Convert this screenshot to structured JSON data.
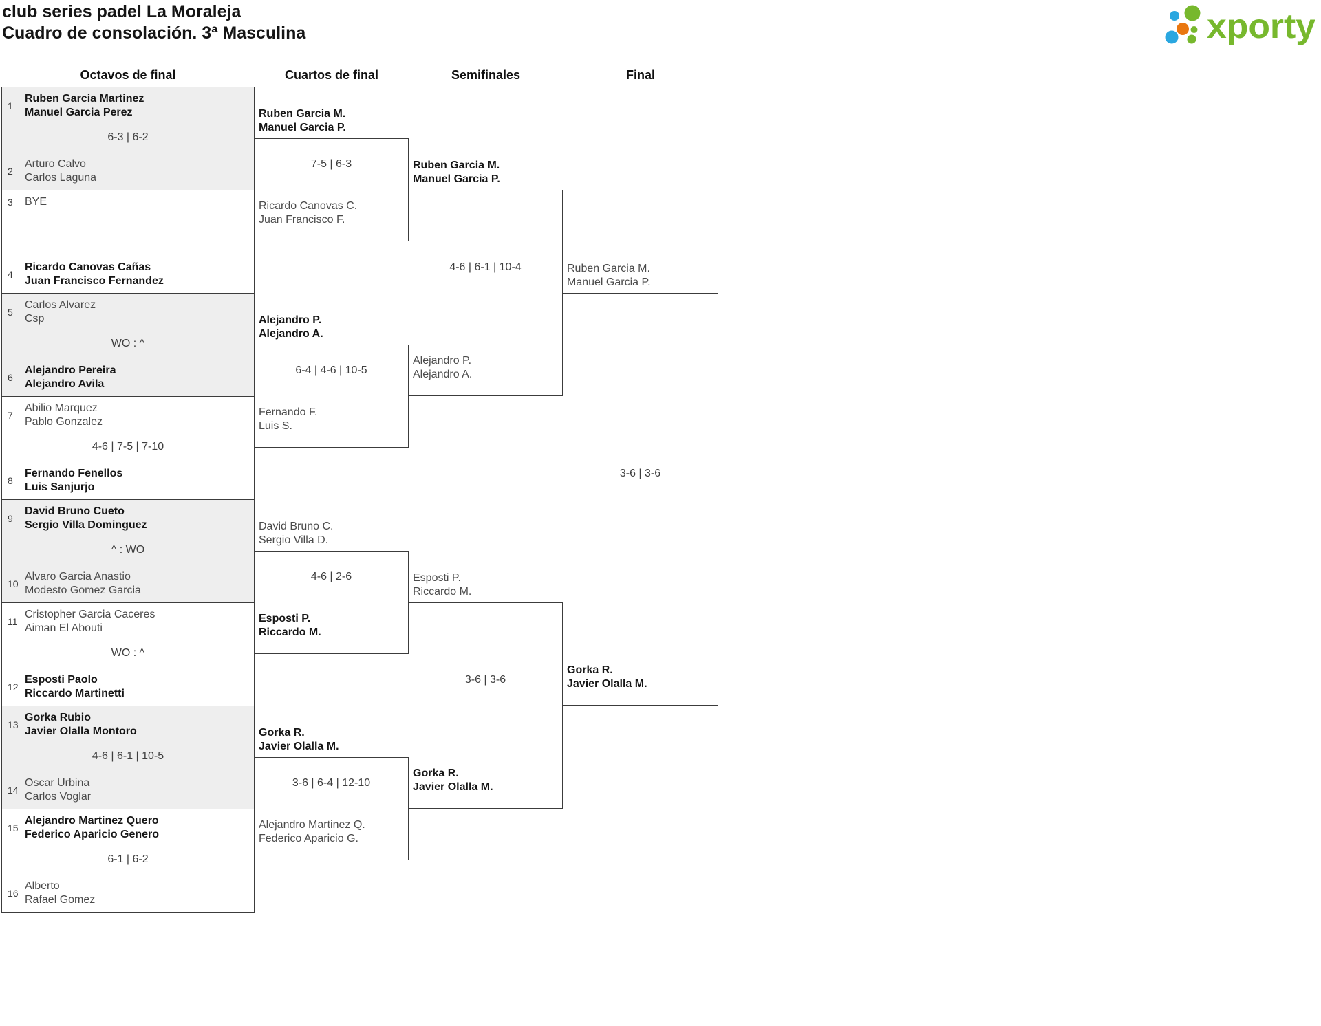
{
  "page": {
    "title_line1": "club series padel La Moraleja",
    "title_line2": "Cuadro de consolación. 3ª Masculina"
  },
  "logo": {
    "text": "xporty"
  },
  "round_headers": [
    "Octavos de final",
    "Cuartos de final",
    "Semifinales",
    "Final"
  ],
  "octavos": [
    {
      "seed_top": "1",
      "top1": "Ruben Garcia Martinez",
      "top2": "Manuel Garcia Perez",
      "score": "6-3 | 6-2",
      "seed_bottom": "2",
      "bot1": "Arturo Calvo",
      "bot2": "Carlos Laguna"
    },
    {
      "seed_top": "3",
      "top1": "BYE",
      "top2": "",
      "score": "",
      "seed_bottom": "4",
      "bot1": "Ricardo Canovas Cañas",
      "bot2": "Juan Francisco Fernandez"
    },
    {
      "seed_top": "5",
      "top1": "Carlos Alvarez",
      "top2": "Csp",
      "score": "WO : ^",
      "seed_bottom": "6",
      "bot1": "Alejandro Pereira",
      "bot2": "Alejandro Avila"
    },
    {
      "seed_top": "7",
      "top1": "Abilio Marquez",
      "top2": "Pablo Gonzalez",
      "score": "4-6 | 7-5 | 7-10",
      "seed_bottom": "8",
      "bot1": "Fernando Fenellos",
      "bot2": "Luis Sanjurjo"
    },
    {
      "seed_top": "9",
      "top1": "David Bruno Cueto",
      "top2": "Sergio Villa Dominguez",
      "score": "^ : WO",
      "seed_bottom": "10",
      "bot1": "Alvaro Garcia Anastio",
      "bot2": "Modesto Gomez Garcia"
    },
    {
      "seed_top": "11",
      "top1": "Cristopher Garcia Caceres",
      "top2": "Aiman El Abouti",
      "score": "WO : ^",
      "seed_bottom": "12",
      "bot1": "Esposti Paolo",
      "bot2": "Riccardo Martinetti"
    },
    {
      "seed_top": "13",
      "top1": "Gorka Rubio",
      "top2": "Javier Olalla Montoro",
      "score": "4-6 | 6-1 | 10-5",
      "seed_bottom": "14",
      "bot1": "Oscar Urbina",
      "bot2": "Carlos Voglar"
    },
    {
      "seed_top": "15",
      "top1": "Alejandro Martinez Quero",
      "top2": "Federico Aparicio Genero",
      "score": "6-1 | 6-2",
      "seed_bottom": "16",
      "bot1": "Alberto",
      "bot2": "Rafael Gomez"
    }
  ],
  "cuartos": [
    {
      "top1": "Ruben Garcia M.",
      "top2": "Manuel Garcia P.",
      "score": "7-5 | 6-3",
      "bot1": "Ricardo Canovas C.",
      "bot2": "Juan Francisco F."
    },
    {
      "top1": "Alejandro P.",
      "top2": "Alejandro A.",
      "score": "6-4 | 4-6 | 10-5",
      "bot1": "Fernando F.",
      "bot2": "Luis S."
    },
    {
      "top1": "David Bruno C.",
      "top2": "Sergio Villa D.",
      "score": "4-6 | 2-6",
      "bot1": "Esposti P.",
      "bot2": "Riccardo M."
    },
    {
      "top1": "Gorka R.",
      "top2": "Javier Olalla M.",
      "score": "3-6 | 6-4 | 12-10",
      "bot1": "Alejandro Martinez Q.",
      "bot2": "Federico Aparicio G."
    }
  ],
  "semifinales": [
    {
      "top1": "Ruben Garcia M.",
      "top2": "Manuel Garcia P.",
      "score": "4-6 | 6-1 | 10-4",
      "bot1": "Alejandro P.",
      "bot2": "Alejandro A."
    },
    {
      "top1": "Esposti P.",
      "top2": "Riccardo M.",
      "score": "3-6 | 3-6",
      "bot1": "Gorka R.",
      "bot2": "Javier Olalla M."
    }
  ],
  "final": {
    "top1": "Ruben Garcia M.",
    "top2": "Manuel Garcia P.",
    "score": "3-6 | 3-6",
    "bot1": "Gorka R.",
    "bot2": "Javier Olalla M."
  },
  "colors": {
    "logo_green": "#77b82d",
    "logo_blue": "#2aa7e0",
    "logo_orange": "#e97710",
    "box_border": "#3c3c3c",
    "shaded_match_bg": "#eeeeee"
  }
}
